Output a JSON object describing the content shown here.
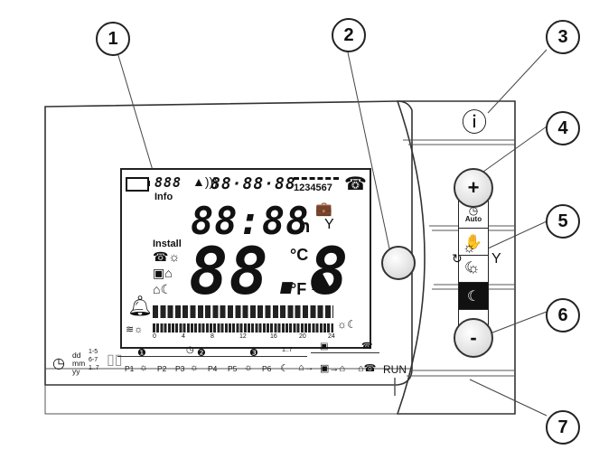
{
  "callouts": [
    "1",
    "2",
    "3",
    "4",
    "5",
    "6",
    "7"
  ],
  "lcd": {
    "info": "Info",
    "install": "Install",
    "top_segments": "88·88·88",
    "days": "1234567",
    "time_digits": "88:88",
    "time_unit": "h",
    "temp_digits": "88.8",
    "unit_c": "°C",
    "unit_f": "°F",
    "sidebar_auto": "Auto",
    "bar_ticks": [
      "0",
      "4",
      "8",
      "12",
      "16",
      "20",
      "24"
    ]
  },
  "buttons": {
    "info_glyph": "ⓘ",
    "plus": "+",
    "minus": "-"
  },
  "bottom": {
    "date_labels": [
      "dd",
      "mm",
      "yy"
    ],
    "day_ranges": [
      "1-5",
      "6-7",
      "1..7"
    ],
    "programs": [
      "P1",
      "P2",
      "P3",
      "P4",
      "P5",
      "P6"
    ],
    "circled_numbers": [
      "❶",
      "❷",
      "❸"
    ],
    "range_1_7": "1..7",
    "run": "RUN"
  }
}
